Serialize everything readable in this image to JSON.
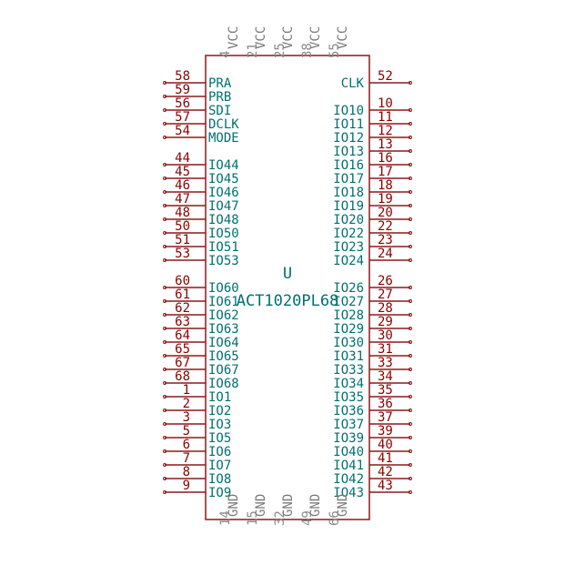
{
  "component": {
    "reference": "U",
    "value": "ACT1020PL68"
  },
  "left_pins": [
    {
      "num": "58",
      "name": "PRA"
    },
    {
      "num": "59",
      "name": "PRB"
    },
    {
      "num": "56",
      "name": "SDI"
    },
    {
      "num": "57",
      "name": "DCLK"
    },
    {
      "num": "54",
      "name": "MODE"
    },
    {
      "num": "44",
      "name": "IO44"
    },
    {
      "num": "45",
      "name": "IO45"
    },
    {
      "num": "46",
      "name": "IO46"
    },
    {
      "num": "47",
      "name": "IO47"
    },
    {
      "num": "48",
      "name": "IO48"
    },
    {
      "num": "50",
      "name": "IO50"
    },
    {
      "num": "51",
      "name": "IO51"
    },
    {
      "num": "53",
      "name": "IO53"
    },
    {
      "num": "60",
      "name": "IO60"
    },
    {
      "num": "61",
      "name": "IO61"
    },
    {
      "num": "62",
      "name": "IO62"
    },
    {
      "num": "63",
      "name": "IO63"
    },
    {
      "num": "64",
      "name": "IO64"
    },
    {
      "num": "65",
      "name": "IO65"
    },
    {
      "num": "67",
      "name": "IO67"
    },
    {
      "num": "68",
      "name": "IO68"
    },
    {
      "num": "1",
      "name": "IO1"
    },
    {
      "num": "2",
      "name": "IO2"
    },
    {
      "num": "3",
      "name": "IO3"
    },
    {
      "num": "5",
      "name": "IO5"
    },
    {
      "num": "6",
      "name": "IO6"
    },
    {
      "num": "7",
      "name": "IO7"
    },
    {
      "num": "8",
      "name": "IO8"
    },
    {
      "num": "9",
      "name": "IO9"
    }
  ],
  "right_pins": [
    {
      "num": "52",
      "name": "CLK"
    },
    {
      "num": "10",
      "name": "IO10"
    },
    {
      "num": "11",
      "name": "IO11"
    },
    {
      "num": "12",
      "name": "IO12"
    },
    {
      "num": "13",
      "name": "IO13"
    },
    {
      "num": "16",
      "name": "IO16"
    },
    {
      "num": "17",
      "name": "IO17"
    },
    {
      "num": "18",
      "name": "IO18"
    },
    {
      "num": "19",
      "name": "IO19"
    },
    {
      "num": "20",
      "name": "IO20"
    },
    {
      "num": "22",
      "name": "IO22"
    },
    {
      "num": "23",
      "name": "IO23"
    },
    {
      "num": "24",
      "name": "IO24"
    },
    {
      "num": "26",
      "name": "IO26"
    },
    {
      "num": "27",
      "name": "IO27"
    },
    {
      "num": "28",
      "name": "IO28"
    },
    {
      "num": "29",
      "name": "IO29"
    },
    {
      "num": "30",
      "name": "IO30"
    },
    {
      "num": "31",
      "name": "IO31"
    },
    {
      "num": "33",
      "name": "IO33"
    },
    {
      "num": "34",
      "name": "IO34"
    },
    {
      "num": "35",
      "name": "IO35"
    },
    {
      "num": "36",
      "name": "IO36"
    },
    {
      "num": "37",
      "name": "IO37"
    },
    {
      "num": "39",
      "name": "IO39"
    },
    {
      "num": "40",
      "name": "IO40"
    },
    {
      "num": "41",
      "name": "IO41"
    },
    {
      "num": "42",
      "name": "IO42"
    },
    {
      "num": "43",
      "name": "IO43"
    }
  ],
  "top_pins": [
    {
      "num": "4",
      "name": "VCC"
    },
    {
      "num": "21",
      "name": "VCC"
    },
    {
      "num": "25",
      "name": "VCC"
    },
    {
      "num": "38",
      "name": "VCC"
    },
    {
      "num": "55",
      "name": "VCC"
    }
  ],
  "bottom_pins": [
    {
      "num": "14",
      "name": "GND"
    },
    {
      "num": "15",
      "name": "GND"
    },
    {
      "num": "32",
      "name": "GND"
    },
    {
      "num": "49",
      "name": "GND"
    },
    {
      "num": "66",
      "name": "GND"
    }
  ],
  "colors": {
    "outline": "#8b1a1a",
    "pin_line": "#8b1a1a",
    "pin_number": "#8b0000",
    "pin_name": "#007070",
    "power_text": "#7a7a7a"
  }
}
